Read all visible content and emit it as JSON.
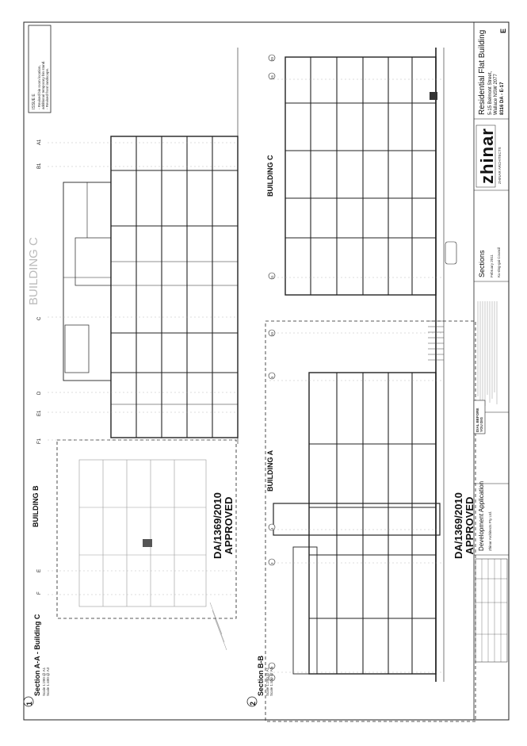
{
  "sheet": {
    "section_1_title": "Section A-A - Building C",
    "section_1_scale": "Scale 1:200 @ A1",
    "section_1_scale2": "Scale 1:400 @ A3",
    "section_1_number": "1",
    "section_2_title": "Section B-B",
    "section_2_scale": "Scale 1:200 @ A1",
    "section_2_scale2": "Scale 1:400 @ A3",
    "section_2_number": "2",
    "building_b": "BUILDING B",
    "building_c_ghost": "BUILDING C",
    "building_c": "BUILDING C",
    "building_a": "BUILDING A",
    "approved_1_line1": "DA/1369/2010",
    "approved_1_line2": "APPROVED",
    "approved_2_line1": "DA/1369/2010",
    "approved_2_line2": "APPROVED",
    "grid_top": [
      "F",
      "E",
      "F1",
      "E1",
      "D",
      "C",
      "B1",
      "A1"
    ],
    "grid_bottom": [
      "1",
      "2",
      "3",
      "4",
      "5",
      "10",
      "11",
      "15",
      "20"
    ],
    "issue": {
      "title": "ISSUE E",
      "notes": [
        "- Revised bin room location,",
        "  additional temporary bin stand.",
        "- Revised front landscape."
      ]
    },
    "title_block": {
      "brand": "zhinar",
      "brand_sub": "ZHINAR ARCHITECTS",
      "project_line1": "Residential Flat Building",
      "project_line2": "5-15 Belmont Street,",
      "project_line3": "Wallace NSW 2077",
      "drawing_no": "8316 DA - E-17",
      "issue_letter": "E",
      "drawing_title": "Sections",
      "client": "Zhinar Architects Pty Ltd.",
      "stage": "Development Application",
      "council": "Ku-ring-gai Council",
      "date": "February 2011"
    },
    "dial": {
      "line1": "DIAL BEFORE",
      "line2": "YOU DIG"
    }
  }
}
